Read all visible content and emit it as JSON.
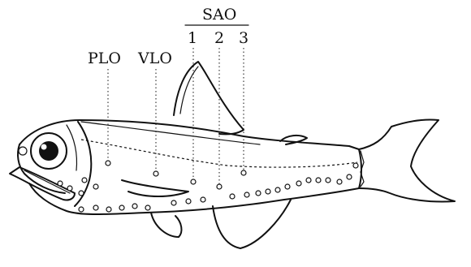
{
  "labels": {
    "plo": "PLO",
    "vlo": "VLO",
    "sao": "SAO",
    "sao_1": "1",
    "sao_2": "2",
    "sao_3": "3"
  },
  "colors": {
    "ink": "#111111",
    "background": "#ffffff"
  }
}
